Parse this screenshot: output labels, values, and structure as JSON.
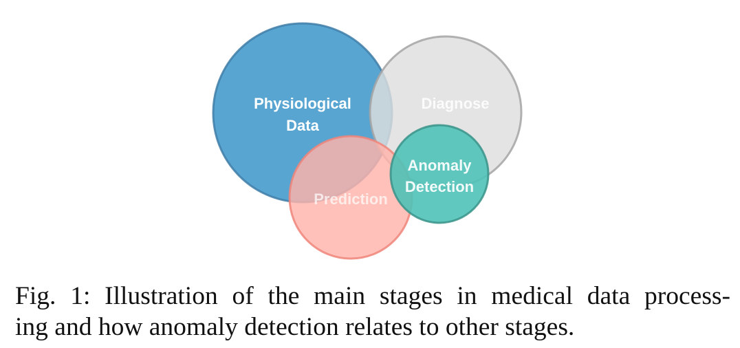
{
  "figure": {
    "type": "venn-diagram",
    "nodes": [
      {
        "id": "physiological-data",
        "lines": [
          "Physiological",
          "Data"
        ],
        "fill": "#58a5d2",
        "stroke": "#3f7ea8",
        "fill_opacity": 1.0,
        "label_opacity": 1.0
      },
      {
        "id": "diagnose",
        "lines": [
          "Diagnose"
        ],
        "fill": "#dedede",
        "stroke": "#a4a4a4",
        "fill_opacity": 0.82,
        "label_opacity": 0.85
      },
      {
        "id": "prediction",
        "lines": [
          "Prediction"
        ],
        "fill": "#ffb3ab",
        "stroke": "#f0857a",
        "fill_opacity": 0.82,
        "label_opacity": 0.7
      },
      {
        "id": "anomaly-detection",
        "lines": [
          "Anomaly",
          "Detection"
        ],
        "fill": "#4fc2b7",
        "stroke": "#3a938a",
        "fill_opacity": 0.9,
        "label_opacity": 0.92
      }
    ]
  },
  "caption": {
    "lines": [
      "Fig. 1: Illustration of the main stages in medical data process-",
      "ing and how anomaly detection relates to other stages."
    ]
  }
}
